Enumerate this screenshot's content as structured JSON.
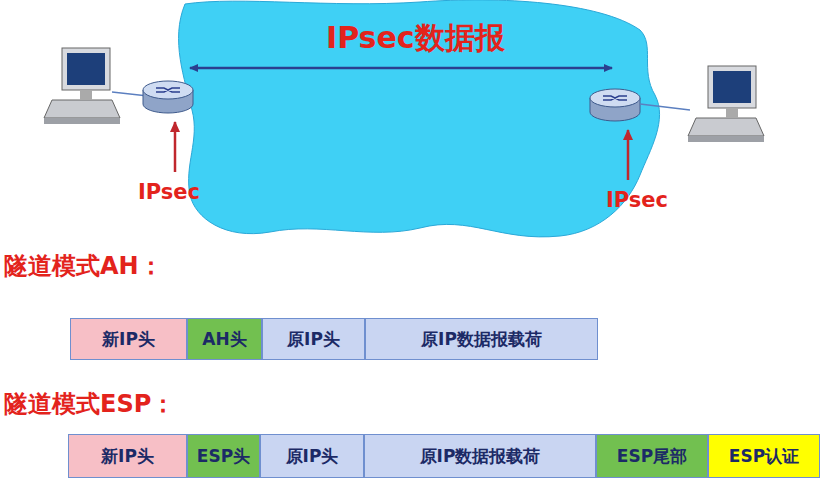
{
  "diagram": {
    "nodes": [
      {
        "text": [
          "新IP头"
        ]
      },
      {
        "text": [
          "AH头"
        ]
      },
      {
        "text": [
          "原IP头"
        ]
      },
      {
        "text": [
          "原IP数据报载荷"
        ]
      },
      {
        "text": [
          "新IP头"
        ]
      },
      {
        "text": [
          "ESP头"
        ]
      },
      {
        "text": [
          "原IP头"
        ]
      },
      {
        "text": [
          "原IP数据报载荷"
        ]
      },
      {
        "text": [
          "ESP尾部"
        ]
      },
      {
        "text": [
          "ESP认证"
        ]
      }
    ],
    "labels": [
      "IPsec数据报",
      "IPsec",
      "IPsec",
      "隧道模式AH：",
      "隧道模式ESP："
    ]
  }
}
